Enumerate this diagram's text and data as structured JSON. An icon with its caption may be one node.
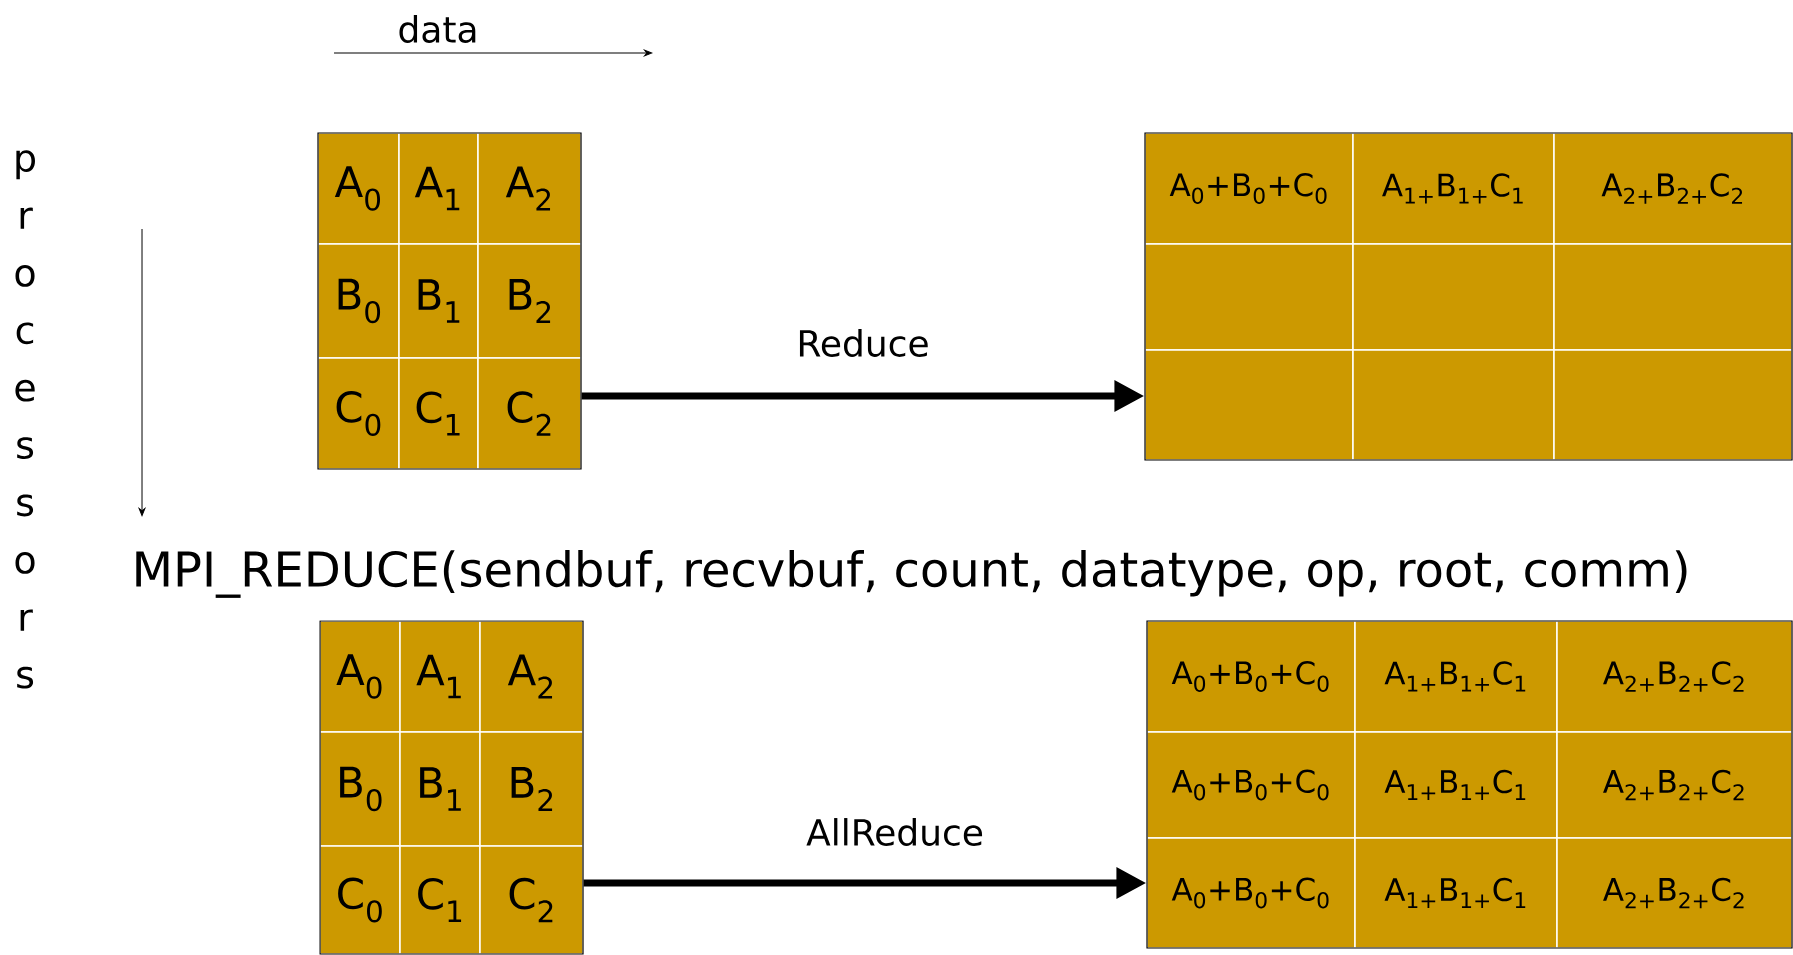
{
  "diagram": {
    "nodes": [
      {
        "text": [],
        "shape": "box"
      },
      {
        "text": [
          "A$_{0}$"
        ],
        "in": 0
      },
      {
        "text": [
          "A$_{1}$"
        ],
        "in": 0
      },
      {
        "text": [
          "A$_{2}$"
        ],
        "in": 0
      },
      {
        "text": [
          "B$_{0}$"
        ],
        "in": 0
      },
      {
        "text": [
          "B$_{1}$"
        ],
        "in": 0
      },
      {
        "text": [
          "B$_{2}$"
        ],
        "in": 0
      },
      {
        "text": [
          "C$_{0}$"
        ],
        "in": 0
      },
      {
        "text": [
          "C$_{1}$"
        ],
        "in": 0
      },
      {
        "text": [
          "C$_{2}$"
        ],
        "in": 0
      },
      {
        "text": [],
        "shape": "box"
      },
      {
        "text": [
          "A$_{0}$+B$_{0}$+C$_{0}$"
        ],
        "in": 10
      },
      {
        "text": [
          "A$_{1+}$B$_{1+}$C$_{1}$"
        ],
        "in": 10
      },
      {
        "text": [
          "A$_{2+}$B$_{2+}$C$_{2}$"
        ],
        "in": 10
      },
      {
        "text": [],
        "shape": "box",
        "in": 10
      },
      {
        "text": [],
        "shape": "box",
        "in": 10
      },
      {
        "text": [],
        "shape": "box",
        "in": 10
      },
      {
        "text": [],
        "shape": "box",
        "in": 10
      },
      {
        "text": [],
        "shape": "box",
        "in": 10
      },
      {
        "text": [],
        "shape": "box",
        "in": 10
      },
      {
        "text": [],
        "shape": "box"
      },
      {
        "text": [
          "A$_{0}$"
        ],
        "in": 20
      },
      {
        "text": [
          "A$_{1}$"
        ],
        "in": 20
      },
      {
        "text": [
          "A$_{2}$"
        ],
        "in": 20
      },
      {
        "text": [
          "B$_{0}$"
        ],
        "in": 20
      },
      {
        "text": [
          "B$_{1}$"
        ],
        "in": 20
      },
      {
        "text": [
          "B$_{2}$"
        ],
        "in": 20
      },
      {
        "text": [
          "C$_{0}$"
        ],
        "in": 20
      },
      {
        "text": [
          "C$_{1}$"
        ],
        "in": 20
      },
      {
        "text": [
          "C$_{2}$"
        ],
        "in": 20
      },
      {
        "text": [],
        "shape": "box"
      },
      {
        "text": [
          "A$_{0}$+B$_{0}$+C$_{0}$"
        ],
        "in": 30
      },
      {
        "text": [
          "A$_{1+}$B$_{1+}$C$_{1}$"
        ],
        "in": 30
      },
      {
        "text": [
          "A$_{2+}$B$_{2+}$C$_{2}$"
        ],
        "in": 30
      },
      {
        "text": [
          "A$_{0}$+B$_{0}$+C$_{0}$"
        ],
        "in": 30
      },
      {
        "text": [
          "A$_{1+}$B$_{1+}$C$_{1}$"
        ],
        "in": 30
      },
      {
        "text": [
          "A$_{2+}$B$_{2+}$C$_{2}$"
        ],
        "in": 30
      },
      {
        "text": [
          "A$_{0}$+B$_{0}$+C$_{0}$"
        ],
        "in": 30
      },
      {
        "text": [
          "A$_{1+}$B$_{1+}$C$_{1}$"
        ],
        "in": 30
      },
      {
        "text": [
          "A$_{2+}$B$_{2+}$C$_{2}$"
        ],
        "in": 30
      }
    ],
    "edges": [
      {
        "from": 0,
        "to": 10,
        "arrow": "to",
        "label": "Reduce"
      },
      {
        "from": 20,
        "to": 30,
        "arrow": "to",
        "label": "AllReduce"
      }
    ],
    "labels": [
      "data",
      "processors",
      "MPI_REDUCE(sendbuf, recvbuf, count, datatype, op, root, comm)"
    ]
  }
}
